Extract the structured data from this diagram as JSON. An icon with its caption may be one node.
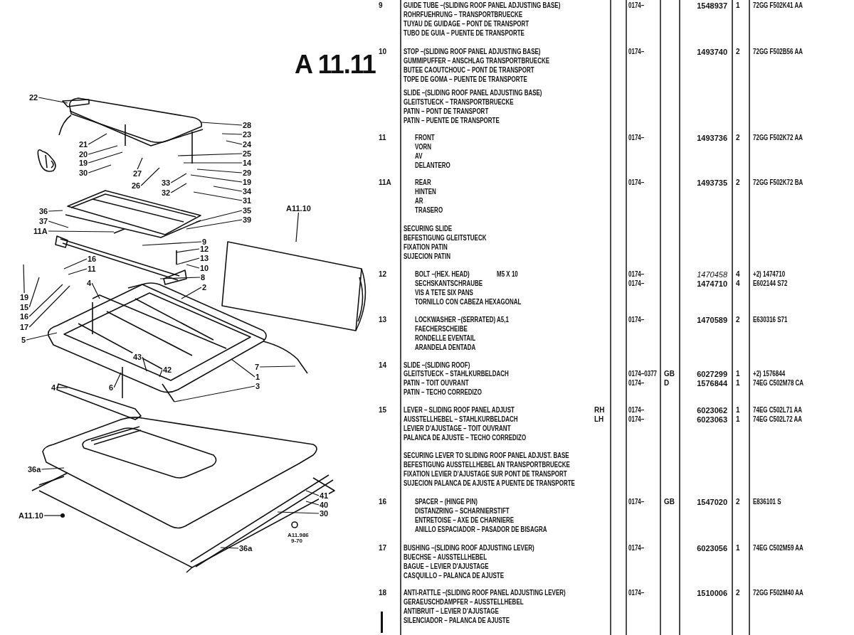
{
  "diagram": {
    "title": "A 11.11",
    "nodes": [
      {
        "text": [
          "22"
        ]
      },
      {
        "text": [
          "28"
        ]
      },
      {
        "text": [
          "21"
        ]
      },
      {
        "text": [
          "23"
        ]
      },
      {
        "text": [
          "20"
        ]
      },
      {
        "text": [
          "24"
        ]
      },
      {
        "text": [
          "19"
        ]
      },
      {
        "text": [
          "25"
        ]
      },
      {
        "text": [
          "30"
        ]
      },
      {
        "text": [
          "14"
        ]
      },
      {
        "text": [
          "27"
        ]
      },
      {
        "text": [
          "29"
        ]
      },
      {
        "text": [
          "26"
        ]
      },
      {
        "text": [
          "33"
        ]
      },
      {
        "text": [
          "19"
        ]
      },
      {
        "text": [
          "32"
        ]
      },
      {
        "text": [
          "34"
        ]
      },
      {
        "text": [
          "31"
        ]
      },
      {
        "text": [
          "36"
        ]
      },
      {
        "text": [
          "35"
        ]
      },
      {
        "text": [
          "37"
        ]
      },
      {
        "text": [
          "39"
        ]
      },
      {
        "text": [
          "11A"
        ]
      },
      {
        "text": [
          "9"
        ]
      },
      {
        "text": [
          "12"
        ]
      },
      {
        "text": [
          "13"
        ]
      },
      {
        "text": [
          "16"
        ]
      },
      {
        "text": [
          "11"
        ]
      },
      {
        "text": [
          "10"
        ]
      },
      {
        "text": [
          "8"
        ]
      },
      {
        "text": [
          "4"
        ]
      },
      {
        "text": [
          "2"
        ]
      },
      {
        "text": [
          "A11.10"
        ]
      },
      {
        "text": [
          "19"
        ]
      },
      {
        "text": [
          "15"
        ]
      },
      {
        "text": [
          "16"
        ]
      },
      {
        "text": [
          "17"
        ]
      },
      {
        "text": [
          "5"
        ]
      },
      {
        "text": [
          "43"
        ]
      },
      {
        "text": [
          "7"
        ]
      },
      {
        "text": [
          "42"
        ]
      },
      {
        "text": [
          "1"
        ]
      },
      {
        "text": [
          "6"
        ]
      },
      {
        "text": [
          "3"
        ]
      },
      {
        "text": [
          "4"
        ]
      },
      {
        "text": [
          "36a"
        ]
      },
      {
        "text": [
          "41"
        ]
      },
      {
        "text": [
          "40"
        ]
      },
      {
        "text": [
          "30"
        ]
      },
      {
        "text": [
          "A11.10"
        ]
      },
      {
        "text": [
          "36a"
        ]
      }
    ],
    "edges": [
      {
        "from": 0,
        "to": null,
        "arrow": "none"
      },
      {
        "from": 1,
        "to": null,
        "arrow": "none"
      },
      {
        "from": 2,
        "to": null,
        "arrow": "none"
      },
      {
        "from": 3,
        "to": null,
        "arrow": "none"
      },
      {
        "from": 4,
        "to": null,
        "arrow": "none"
      },
      {
        "from": 5,
        "to": null,
        "arrow": "none"
      },
      {
        "from": 6,
        "to": null,
        "arrow": "none"
      },
      {
        "from": 7,
        "to": null,
        "arrow": "none"
      },
      {
        "from": 8,
        "to": null,
        "arrow": "none"
      },
      {
        "from": 9,
        "to": null,
        "arrow": "none"
      },
      {
        "from": 10,
        "to": null,
        "arrow": "none"
      },
      {
        "from": 11,
        "to": null,
        "arrow": "none"
      },
      {
        "from": 12,
        "to": null,
        "arrow": "none"
      },
      {
        "from": 13,
        "to": null,
        "arrow": "none"
      },
      {
        "from": 14,
        "to": null,
        "arrow": "none"
      },
      {
        "from": 15,
        "to": null,
        "arrow": "none"
      },
      {
        "from": 16,
        "to": null,
        "arrow": "none"
      },
      {
        "from": 17,
        "to": null,
        "arrow": "none"
      },
      {
        "from": 18,
        "to": null,
        "arrow": "none"
      },
      {
        "from": 19,
        "to": null,
        "arrow": "none"
      },
      {
        "from": 20,
        "to": null,
        "arrow": "none"
      },
      {
        "from": 21,
        "to": null,
        "arrow": "none"
      },
      {
        "from": 22,
        "to": null,
        "arrow": "none"
      },
      {
        "from": 23,
        "to": null,
        "arrow": "none"
      },
      {
        "from": 24,
        "to": null,
        "arrow": "none"
      },
      {
        "from": 25,
        "to": null,
        "arrow": "none"
      },
      {
        "from": 26,
        "to": null,
        "arrow": "none"
      },
      {
        "from": 27,
        "to": null,
        "arrow": "none"
      },
      {
        "from": 28,
        "to": null,
        "arrow": "none"
      },
      {
        "from": 29,
        "to": null,
        "arrow": "none"
      },
      {
        "from": 30,
        "to": null,
        "arrow": "none"
      },
      {
        "from": 31,
        "to": null,
        "arrow": "none"
      },
      {
        "from": 32,
        "to": null,
        "arrow": "none"
      },
      {
        "from": 33,
        "to": null,
        "arrow": "none"
      },
      {
        "from": 34,
        "to": null,
        "arrow": "none"
      },
      {
        "from": 35,
        "to": null,
        "arrow": "none"
      },
      {
        "from": 36,
        "to": null,
        "arrow": "none"
      },
      {
        "from": 37,
        "to": null,
        "arrow": "none"
      },
      {
        "from": 38,
        "to": null,
        "arrow": "none"
      },
      {
        "from": 39,
        "to": null,
        "arrow": "none"
      },
      {
        "from": 40,
        "to": null,
        "arrow": "none"
      },
      {
        "from": 41,
        "to": null,
        "arrow": "none"
      },
      {
        "from": 42,
        "to": null,
        "arrow": "none"
      },
      {
        "from": 43,
        "to": null,
        "arrow": "none"
      },
      {
        "from": 44,
        "to": null,
        "arrow": "none"
      },
      {
        "from": 45,
        "to": null,
        "arrow": "none"
      },
      {
        "from": 46,
        "to": null,
        "arrow": "none"
      },
      {
        "from": 47,
        "to": null,
        "arrow": "none"
      },
      {
        "from": 48,
        "to": null,
        "arrow": "none"
      },
      {
        "from": 49,
        "to": null,
        "arrow": "other"
      },
      {
        "from": 50,
        "to": null,
        "arrow": "none"
      }
    ],
    "labels": [
      "9",
      "GUIDE TUBE –(SLIDING ROOF PANEL ADJUSTING BASE)",
      "0174–",
      "1548937",
      "1",
      "72GG F502K41 AA",
      "ROHRFUEHRUNG – TRANSPORTBRUECKE",
      "TUYAU DE GUIDAGE – PONT DE TRANSPORT",
      "TUBO DE GUIA – PUENTE DE TRANSPORTE",
      "10",
      "STOP –(SLIDING ROOF PANEL ADJUSTING BASE)",
      "0174–",
      "1493740",
      "2",
      "72GG F502B56 AA",
      "GUMMIPUFFER – ANSCHLAG TRANSPORTBRUECKE",
      "BUTEE CAOUTCHOUC – PONT DE TRANSPORT",
      "TOPE DE GOMA – PUENTE DE TRANSPORTE",
      "SLIDE –(SLIDING ROOF PANEL ADJUSTING BASE)",
      "GLEITSTUECK – TRANSPORTBRUECKE",
      "PATIN – PONT DE TRANSPORT",
      "PATIN – PUENTE DE TRANSPORTE",
      "11",
      "FRONT",
      "0174–",
      "1493736",
      "2",
      "72GG F502K72 AA",
      "VORN",
      "AV",
      "DELANTERO",
      "11A",
      "REAR",
      "0174–",
      "1493735",
      "2",
      "72GG F502K72 BA",
      "HINTEN",
      "AR",
      "TRASERO",
      "SECURING SLIDE",
      "BEFESTIGUNG GLEITSTUECK",
      "FIXATION PATIN",
      "SUJECION PATIN",
      "12",
      "BOLT –(HEX. HEAD)",
      "M5 X 10",
      "0174–",
      "1470458",
      "4",
      "+2) 1474710",
      "SECHSKANTSCHRAUBE",
      "0174–",
      "1474710",
      "4",
      "E602144 S72",
      "VIS A TETE SIX PANS",
      "TORNILLO CON CABEZA HEXAGONAL",
      "13",
      "LOCKWASHER –(SERRATED)",
      "A5,1",
      "0174–",
      "1470589",
      "2",
      "E630316 S71",
      "FAECHERSCHEIBE",
      "RONDELLE EVENTAIL",
      "ARANDELA DENTADA",
      "14",
      "SLIDE –(SLIDING ROOF)",
      "GLEITSTUECK – STAHLKURBELDACH",
      "0174–0377",
      "GB",
      "6027299",
      "1",
      "+2) 1576844",
      "PATIN – TOIT OUVRANT",
      "0174–",
      "D",
      "1576844",
      "1",
      "74EG C502M78 CA",
      "PATIN – TECHO CORREDIZO",
      "15",
      "LEVER – SLIDING ROOF PANEL ADJUST",
      "RH",
      "0174–",
      "6023062",
      "1",
      "74EG C502L71 AA",
      "AUSSTELLHEBEL – STAHLKURBELDACH",
      "LH",
      "0174–",
      "6023063",
      "1",
      "74EG C502L72 AA",
      "LEVIER D'AJUSTAGE – TOIT OUVRANT",
      "PALANCA DE AJUSTE – TECHO CORREDIZO",
      "SECURING LEVER TO SLIDING ROOF PANEL ADJUST. BASE",
      "BEFESTIGUNG AUSSTELLHEBEL AN TRANSPORTBRUECKE",
      "FIXATION LEVIER D'AJUSTAGE SUR PONT DE TRANSPORT",
      "SUJECION PALANCA DE AJUSTE A PUENTE DE TRANSPORTE",
      "16",
      "SPACER – (HINGE PIN)",
      "0174–",
      "GB",
      "1547020",
      "2",
      "E836101 S",
      "DISTANZRING – SCHARNIERSTIFT",
      "ENTRETOISE – AXE DE CHARNIERE",
      "ANILLO ESPACIADOR – PASADOR DE BISAGRA",
      "17",
      "BUSHING –(SLIDING ROOF ADJUSTING LEVER)",
      "0174–",
      "6023056",
      "1",
      "74EG C502M59 AA",
      "BUECHSE – AUSSTELLHEBEL",
      "BAGUE – LEVIER D'AJUSTAGE",
      "CASQUILLO – PALANCA DE AJUSTE",
      "18",
      "ANTI-RATTLE –(SLIDING ROOF PANEL ADJUSTING LEVER)",
      "0174–",
      "1510006",
      "2",
      "72GG F502M40 AA",
      "GERAEUSCHDAMPFER – AUSSTELLHEBEL",
      "ANTIBRUIT – LEVIER D'AJUSTAGE",
      "SILENCIADOR – PALANCA DE AJUSTE",
      "A11.986",
      "9-70"
    ]
  }
}
